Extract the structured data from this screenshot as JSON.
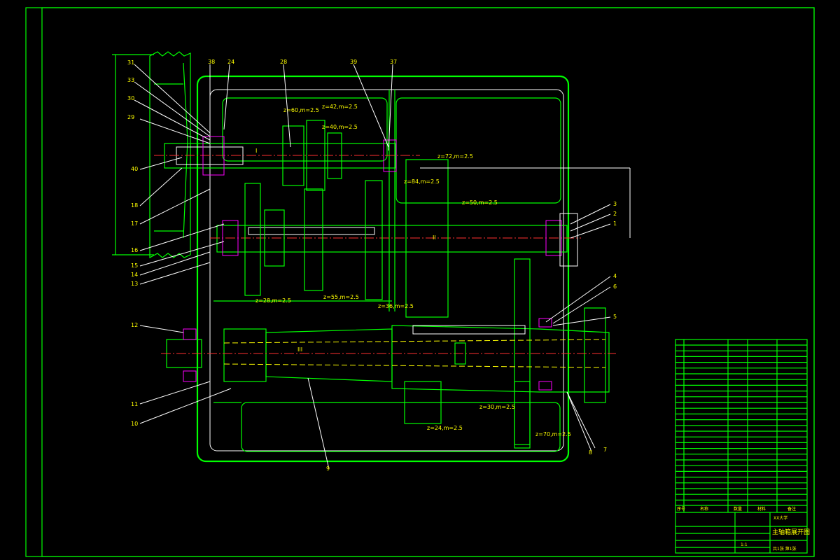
{
  "colors": {
    "background": "#000000",
    "outline": "#00ff00",
    "section": "#ffffff",
    "centerline": "#ff3030",
    "hidden": "#ffff00",
    "bearing": "#ff00ff"
  },
  "balloons": [
    "31",
    "33",
    "30",
    "29",
    "40",
    "18",
    "17",
    "16",
    "15",
    "14",
    "13",
    "38",
    "24",
    "28",
    "39",
    "37",
    "3",
    "2",
    "1",
    "4",
    "6",
    "5",
    "12",
    "11",
    "10",
    "9",
    "8",
    "7"
  ],
  "gear_notes": [
    "z=60,m=2.5",
    "z=42,m=2.5",
    "z=40,m=2.5",
    "z=72,m=2.5",
    "z=84,m=2.5",
    "z=50,m=2.5",
    "z=28,m=2.5",
    "z=55,m=2.5",
    "z=36,m=2.5",
    "z=30,m=2.5",
    "z=24,m=2.5",
    "z=70,m=2.5"
  ],
  "shaft_marks": [
    "I",
    "II",
    "III"
  ],
  "title_block": {
    "title": "主轴箱展开图",
    "school": "XX大学",
    "col_labels": [
      "序号",
      "名称",
      "数量",
      "材料",
      "备注"
    ],
    "scale": "1:1",
    "sheet": "共1张 第1张"
  }
}
